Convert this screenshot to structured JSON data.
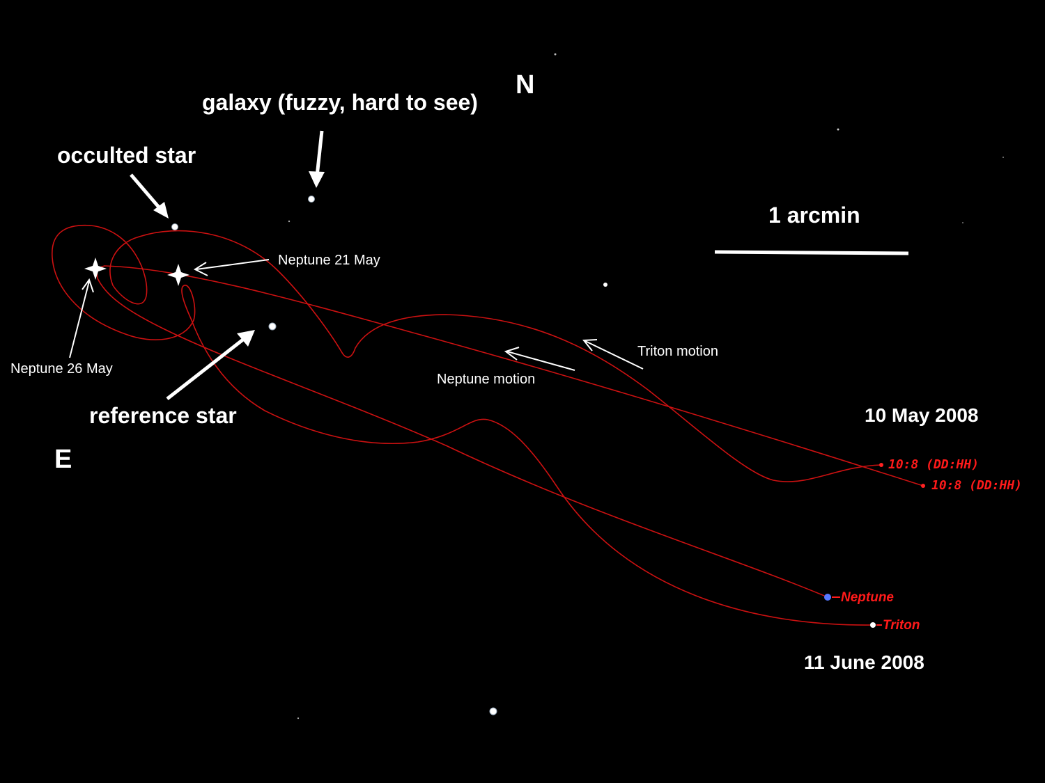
{
  "compass": {
    "north": "N",
    "east": "E"
  },
  "labels": {
    "galaxy": "galaxy (fuzzy, hard to see)",
    "occulted_star": "occulted star",
    "reference_star": "reference star",
    "scale": "1 arcmin",
    "neptune_21_may": "Neptune 21 May",
    "neptune_26_may": "Neptune 26 May",
    "neptune_motion": "Neptune motion",
    "triton_motion": "Triton motion",
    "start_date": "10 May 2008",
    "end_date": "11 June 2008"
  },
  "track_tags": {
    "triton_start": "10:8 (DD:HH)",
    "neptune_start": "10:8 (DD:HH)",
    "neptune_end": "Neptune",
    "triton_end": "Triton"
  },
  "colors": {
    "background": "#000000",
    "track": "#cc1111",
    "label": "#ffffff",
    "tag": "#ff1a1a",
    "neptune_marker": "#5577ff"
  }
}
